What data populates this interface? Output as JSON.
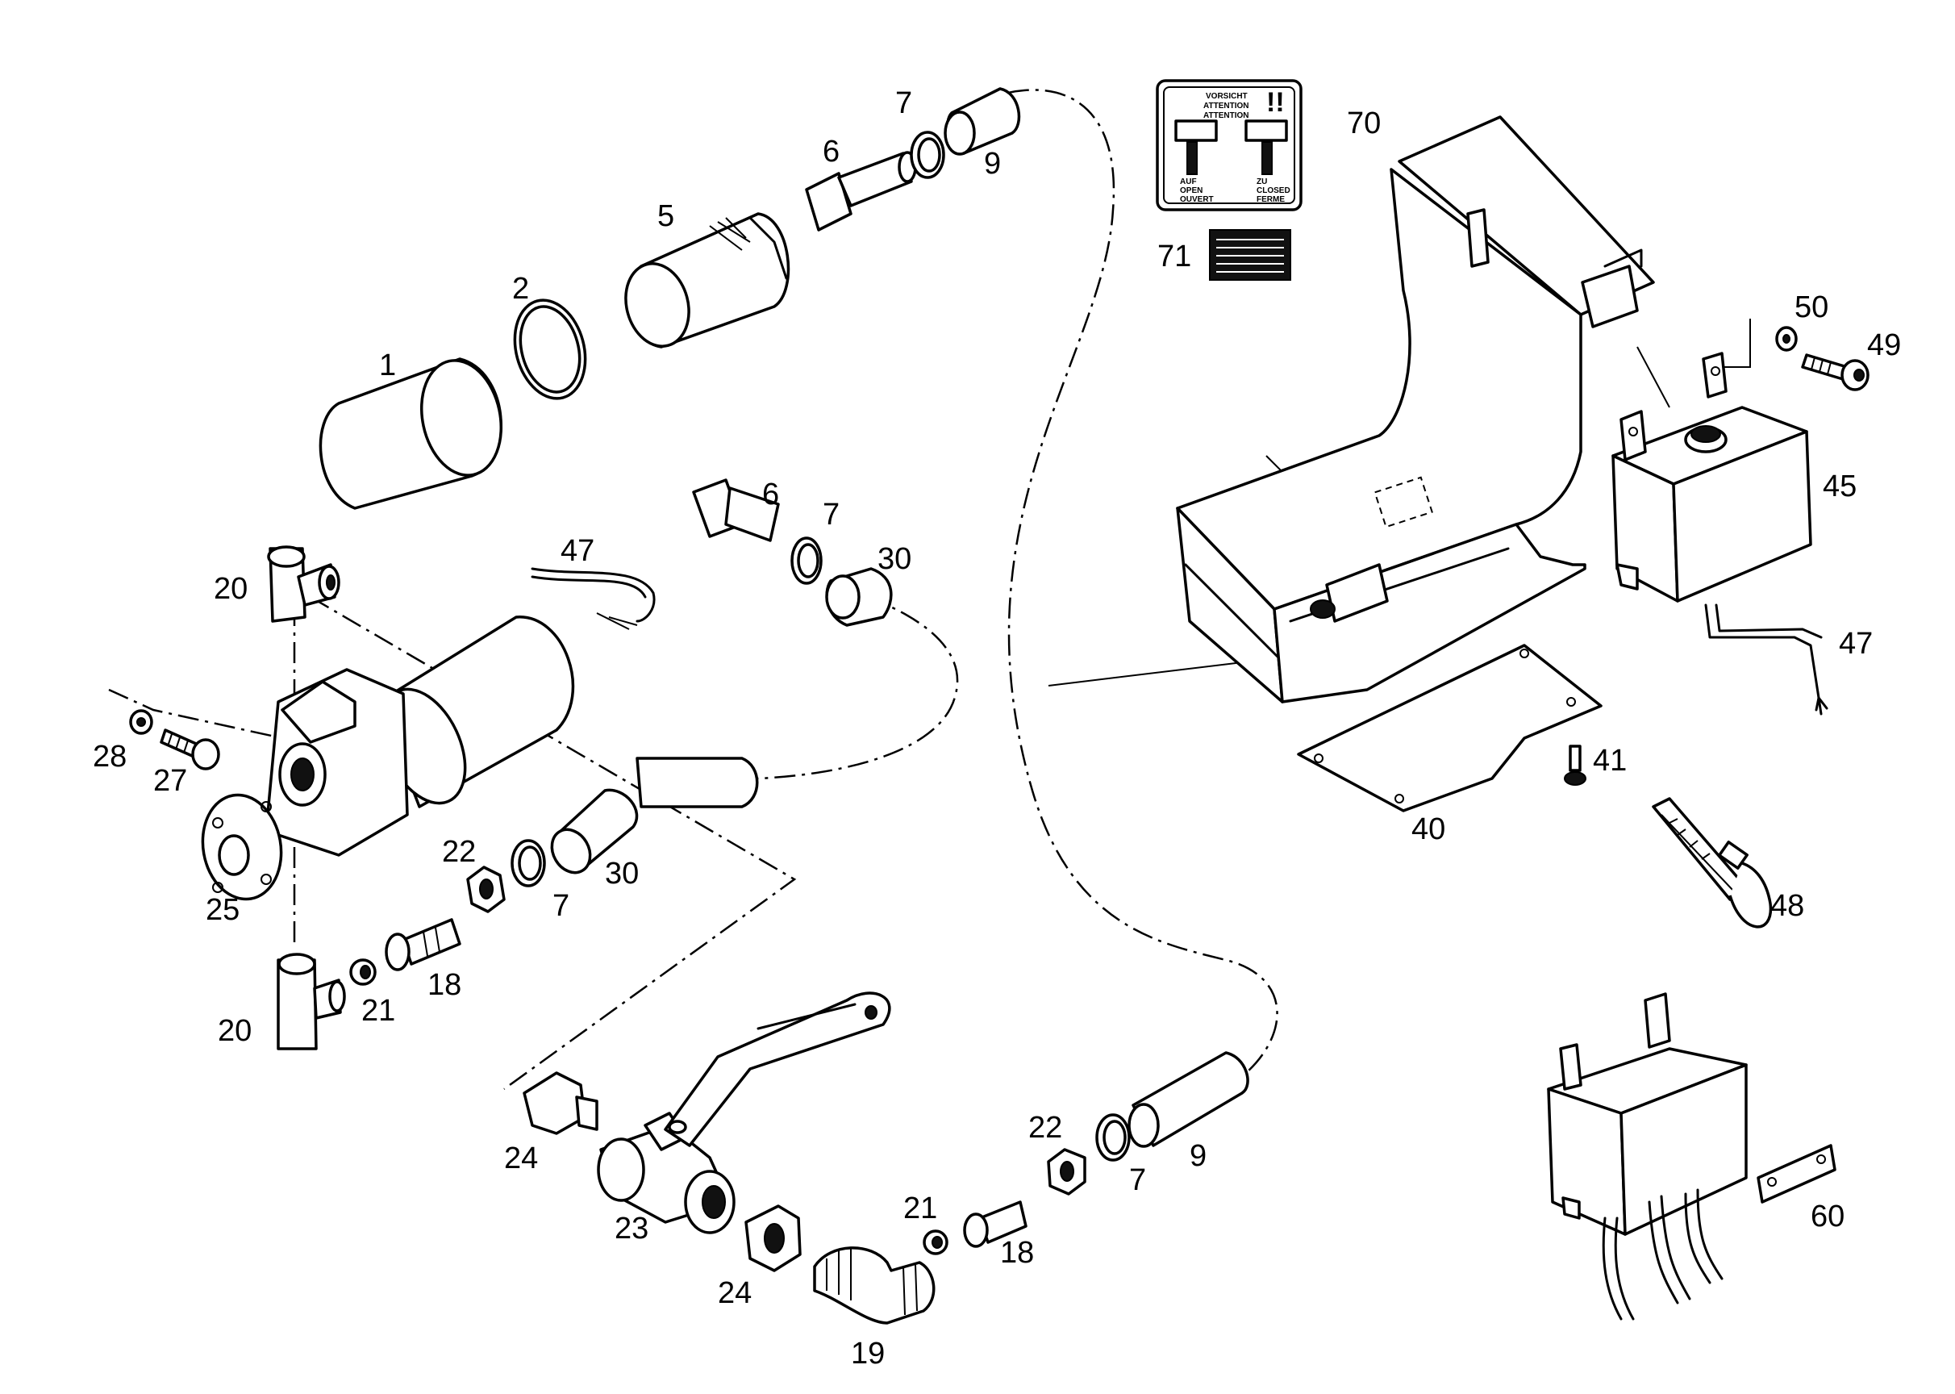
{
  "diagram": {
    "callouts": [
      {
        "id": "c1",
        "text": "1"
      },
      {
        "id": "c2",
        "text": "2"
      },
      {
        "id": "c5",
        "text": "5"
      },
      {
        "id": "c6a",
        "text": "6"
      },
      {
        "id": "c7a",
        "text": "7"
      },
      {
        "id": "c9a",
        "text": "9"
      },
      {
        "id": "c70",
        "text": "70"
      },
      {
        "id": "c71",
        "text": "71"
      },
      {
        "id": "c50",
        "text": "50"
      },
      {
        "id": "c49",
        "text": "49"
      },
      {
        "id": "c45",
        "text": "45"
      },
      {
        "id": "c47b",
        "text": "47"
      },
      {
        "id": "c6b",
        "text": "6"
      },
      {
        "id": "c7b",
        "text": "7"
      },
      {
        "id": "c30a",
        "text": "30"
      },
      {
        "id": "c47a",
        "text": "47"
      },
      {
        "id": "c20a",
        "text": "20"
      },
      {
        "id": "c28",
        "text": "28"
      },
      {
        "id": "c27",
        "text": "27"
      },
      {
        "id": "c41",
        "text": "41"
      },
      {
        "id": "c40",
        "text": "40"
      },
      {
        "id": "c48",
        "text": "48"
      },
      {
        "id": "c22a",
        "text": "22"
      },
      {
        "id": "c30b",
        "text": "30"
      },
      {
        "id": "c7c",
        "text": "7"
      },
      {
        "id": "c25",
        "text": "25"
      },
      {
        "id": "c18a",
        "text": "18"
      },
      {
        "id": "c21a",
        "text": "21"
      },
      {
        "id": "c20b",
        "text": "20"
      },
      {
        "id": "c24a",
        "text": "24"
      },
      {
        "id": "c23",
        "text": "23"
      },
      {
        "id": "c24b",
        "text": "24"
      },
      {
        "id": "c19",
        "text": "19"
      },
      {
        "id": "c21b",
        "text": "21"
      },
      {
        "id": "c18b",
        "text": "18"
      },
      {
        "id": "c22b",
        "text": "22"
      },
      {
        "id": "c7d",
        "text": "7"
      },
      {
        "id": "c9b",
        "text": "9"
      },
      {
        "id": "c60",
        "text": "60"
      }
    ],
    "warning_label": {
      "lines": [
        "VORSICHT",
        "ATTENTION",
        "ATTENTION"
      ],
      "marks": "!!",
      "open_lines": [
        "AUF",
        "OPEN",
        "OUVERT"
      ],
      "closed_lines": [
        "ZU",
        "CLOSED",
        "FERME"
      ]
    }
  }
}
